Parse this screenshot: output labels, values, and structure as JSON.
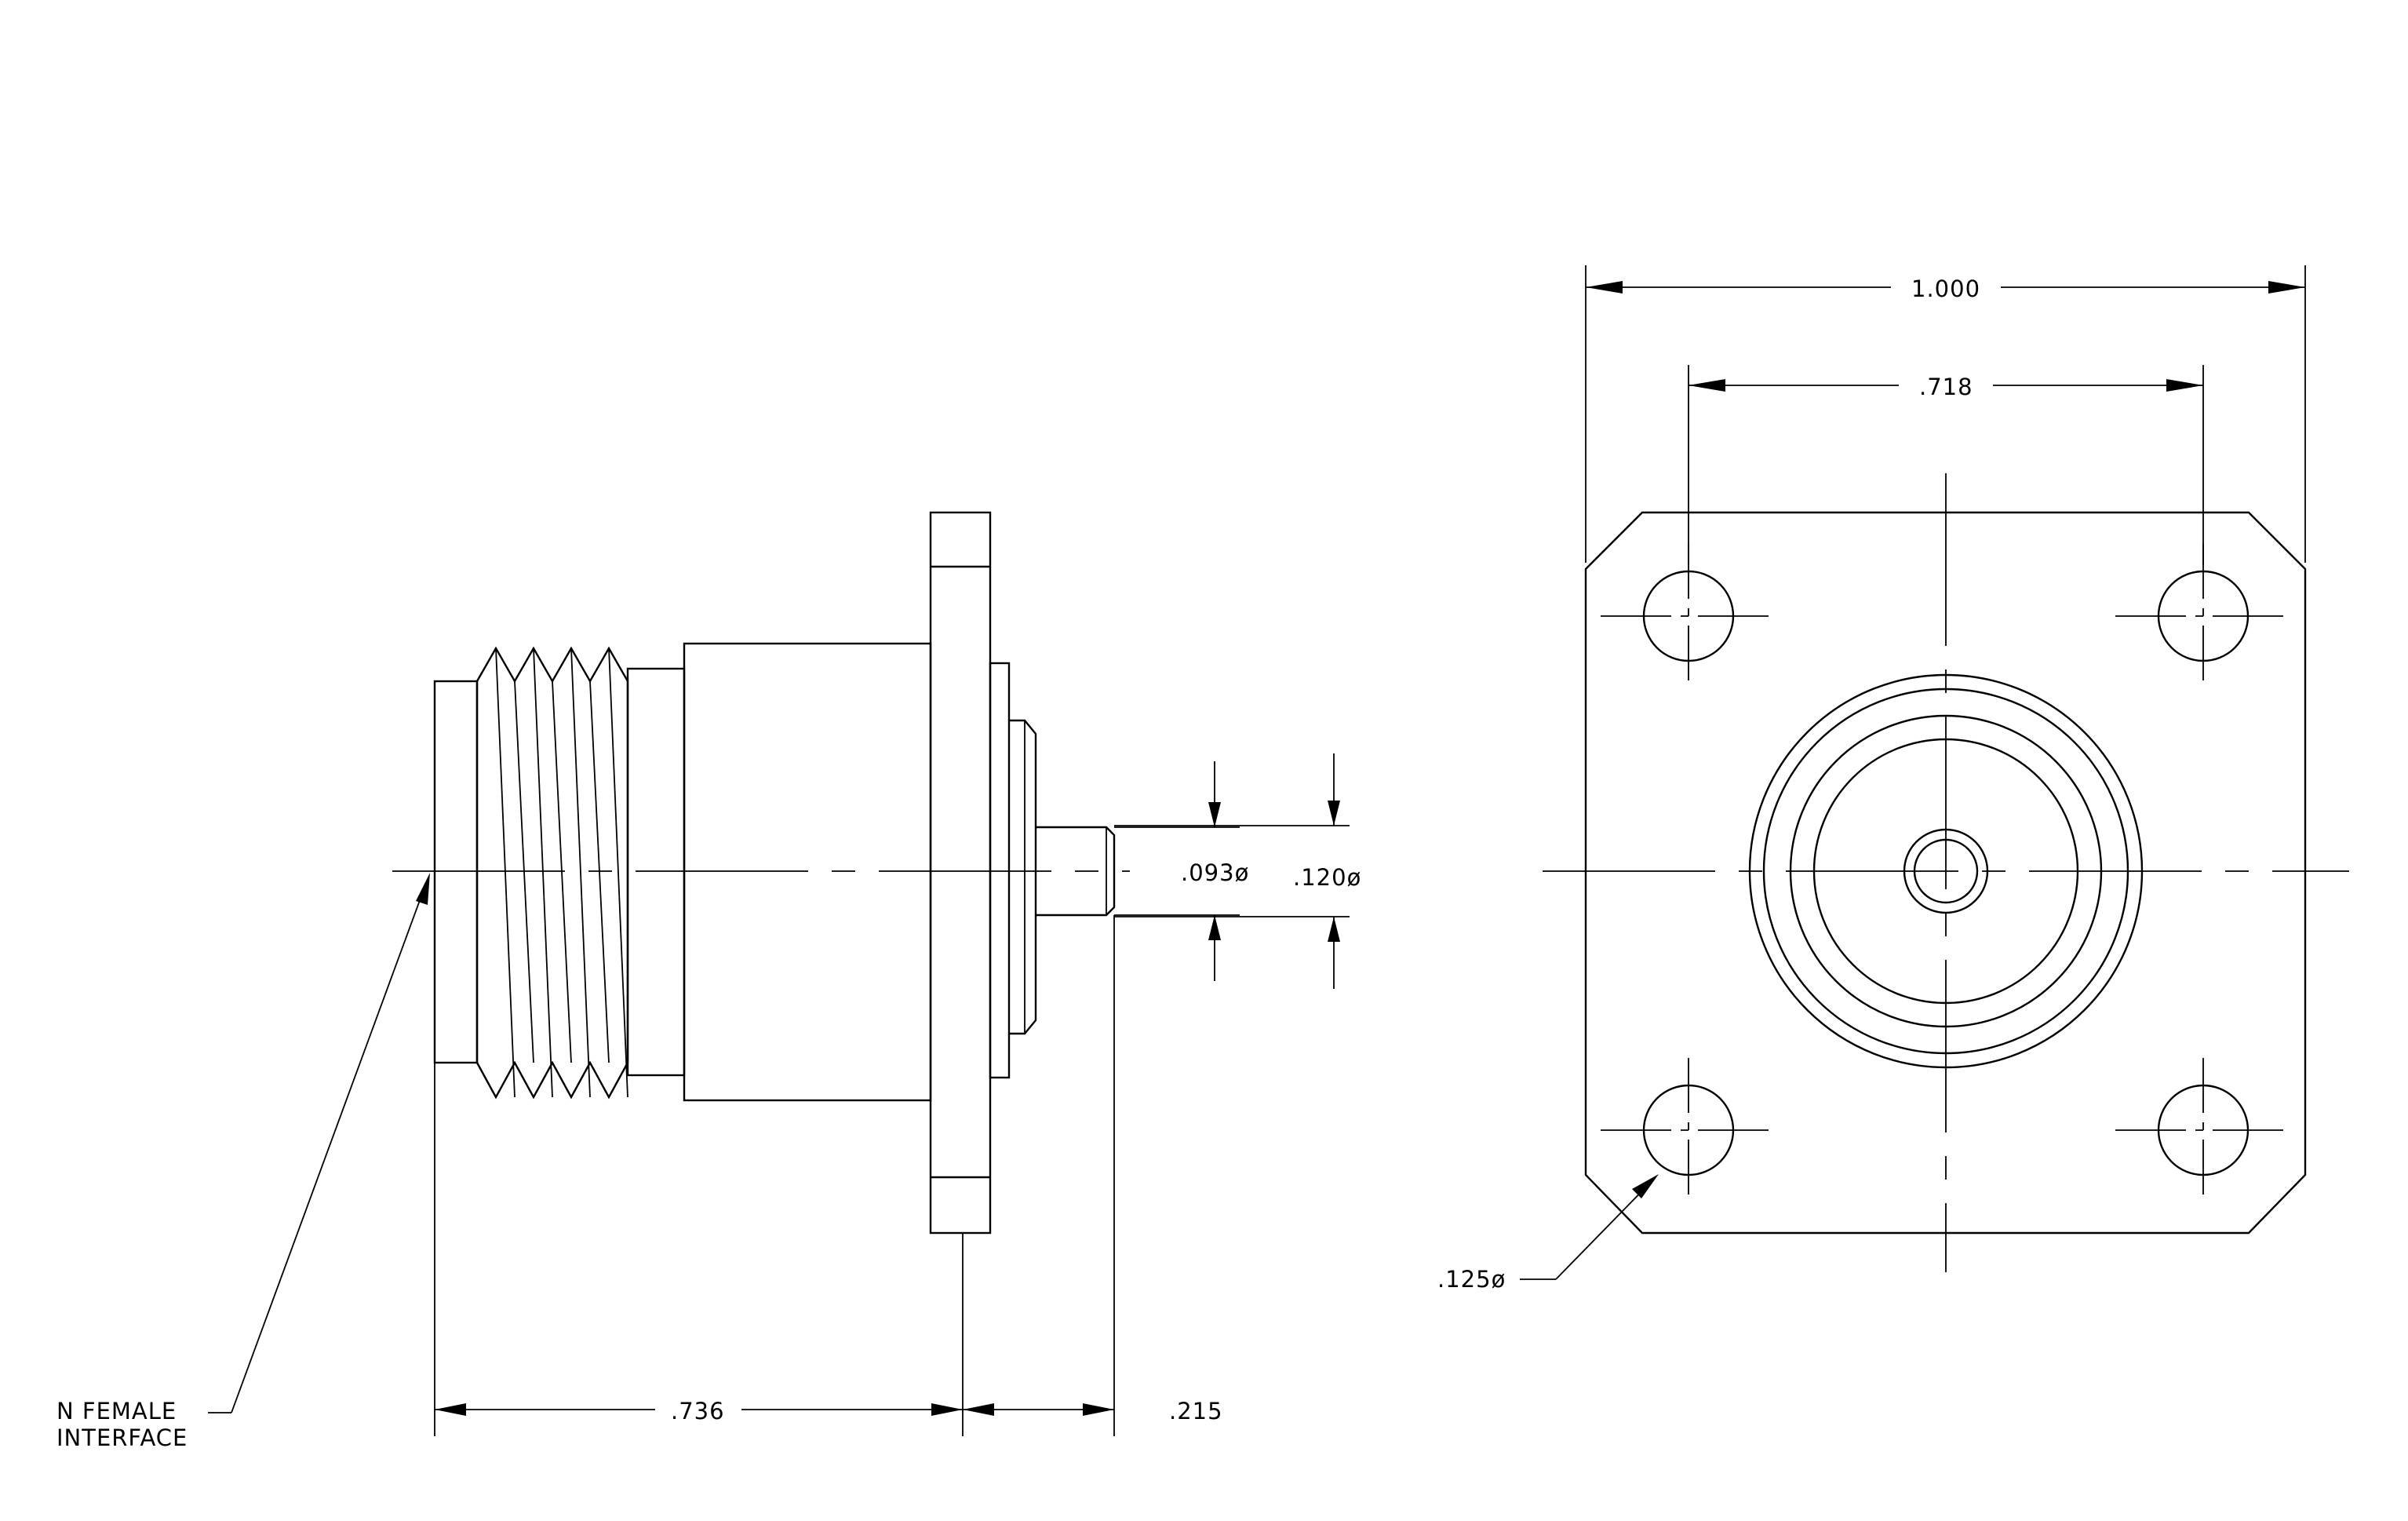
{
  "dimensions": {
    "overall_length": ".736",
    "pin_extension": ".215",
    "pin_diameter": ".093ø",
    "insulator_diameter": ".120ø",
    "flange_width": "1.000",
    "hole_spacing": ".718",
    "hole_diameter": ".125ø"
  },
  "callouts": {
    "interface_line1": "N FEMALE",
    "interface_line2": "INTERFACE"
  }
}
